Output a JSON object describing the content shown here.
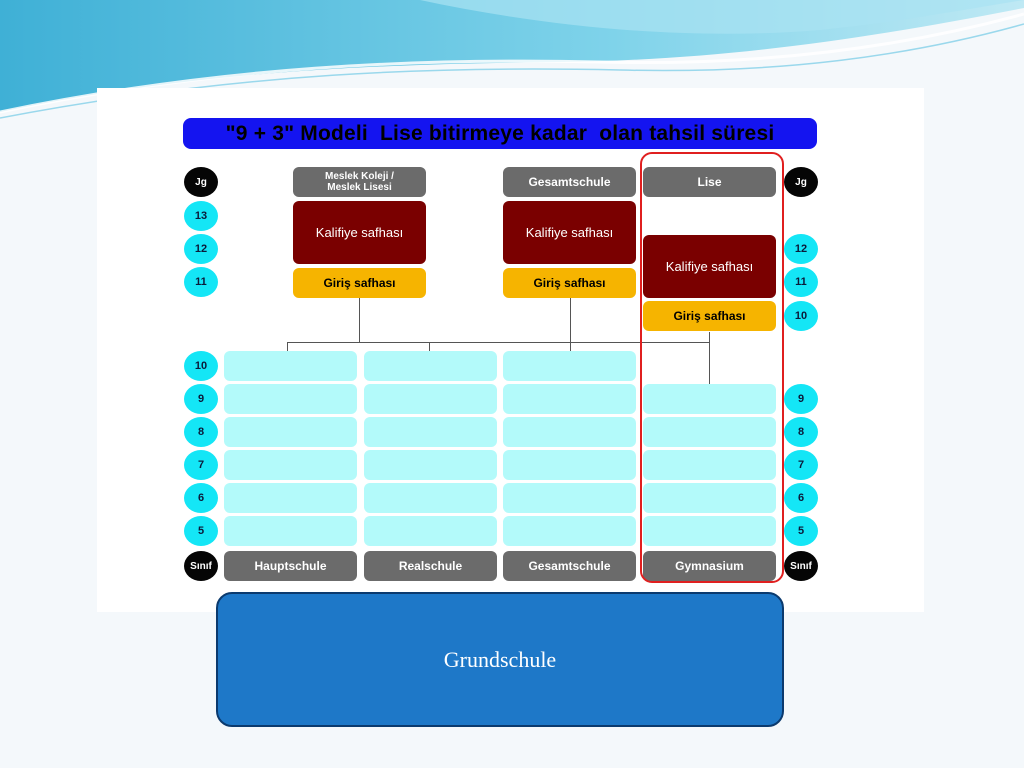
{
  "title": "\"9 + 3\" Modeli  Lise bitirmeye kadar  olan tahsil süresi",
  "header_badge": "Jg",
  "footer_badge": "Sınıf",
  "left_jg_rows": [
    "13",
    "12",
    "11"
  ],
  "right_jg_rows": [
    "12",
    "11",
    "10"
  ],
  "left_sinif_rows": [
    "10",
    "9",
    "8",
    "7",
    "6",
    "5"
  ],
  "right_sinif_rows": [
    "9",
    "8",
    "7",
    "6",
    "5"
  ],
  "upper_schools": [
    {
      "label": "Meslek Koleji / Meslek Lisesi",
      "line1": "Meslek Koleji /",
      "line2": "Meslek Lisesi"
    },
    {
      "label": "Gesamtschule"
    },
    {
      "label": "Lise"
    }
  ],
  "phases": {
    "qualification": "Kalifiye safhası",
    "introduction": "Giriş safhası"
  },
  "lower_schools": [
    "Hauptschule",
    "Realschule",
    "Gesamtschule",
    "Gymnasium"
  ],
  "grundschule": "Grundschule",
  "colors": {
    "title_bar": "#1414f0",
    "grade_circle": "#14e6f6",
    "qualification": "#7a0000",
    "introduction": "#f6b400",
    "school_label": "#6b6b6b",
    "grade_cell": "#b3fafa",
    "highlight": "#e01f1f",
    "grundschule": "#1e78c8"
  }
}
